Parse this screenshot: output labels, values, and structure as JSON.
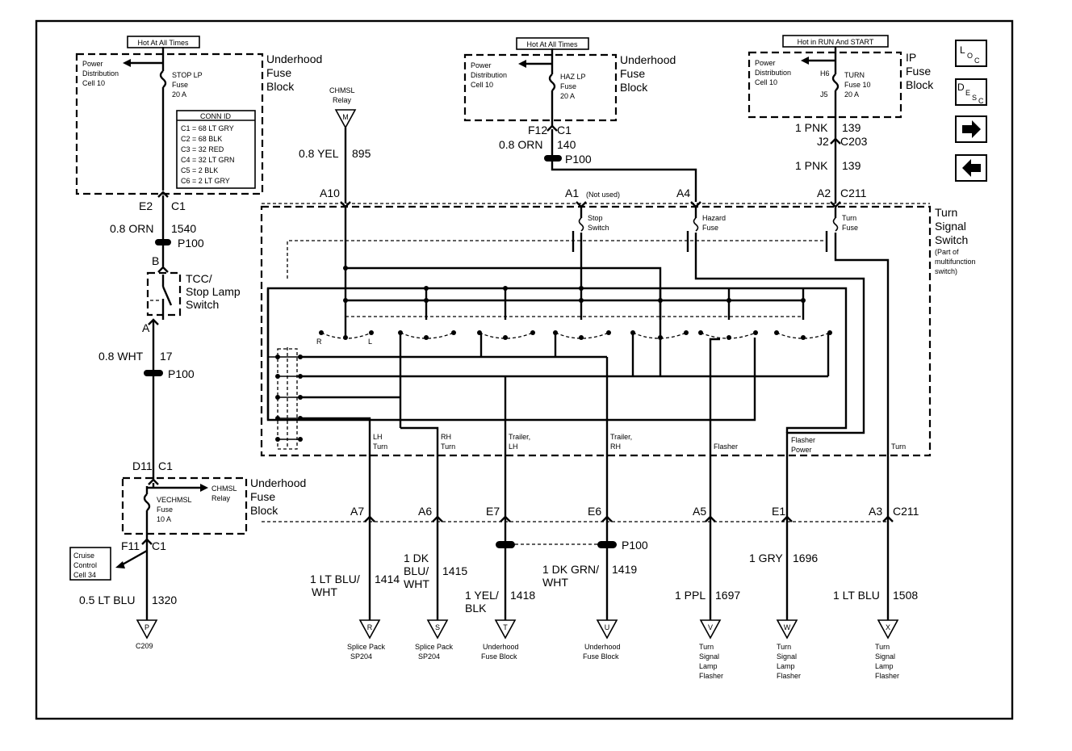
{
  "fuse_blocks": {
    "left": {
      "hot": "Hot At All Times",
      "pd": [
        "Power",
        "Distribution",
        "Cell 10"
      ],
      "fuse": [
        "STOP LP",
        "Fuse",
        "20 A"
      ],
      "title": [
        "Underhood",
        "Fuse",
        "Block"
      ]
    },
    "mid": {
      "hot": "Hot At All Times",
      "pd": [
        "Power",
        "Distribution",
        "Cell 10"
      ],
      "fuse": [
        "HAZ LP",
        "Fuse",
        "20 A"
      ],
      "title": [
        "Underhood",
        "Fuse",
        "Block"
      ]
    },
    "right": {
      "hot": "Hot in RUN And START",
      "pd": [
        "Power",
        "Distribution",
        "Cell 10"
      ],
      "fuse": [
        "TURN",
        "Fuse 10",
        "20 A"
      ],
      "pin_in": "H6",
      "pin_out": "J5",
      "title": [
        "IP",
        "Fuse",
        "Block"
      ]
    },
    "lower": {
      "fuse": [
        "VECHMSL",
        "Fuse",
        "10 A"
      ],
      "relay": [
        "CHMSL",
        "Relay"
      ],
      "title": [
        "Underhood",
        "Fuse",
        "Block"
      ]
    }
  },
  "conn_id": {
    "title": "CONN ID",
    "rows": [
      "C1 = 68 LT GRY",
      "C2 = 68 BLK",
      "C3 = 32 RED",
      "C4 = 32 LT GRN",
      "C5 = 2 BLK",
      "C6 = 2 LT GRY"
    ]
  },
  "left_circuit": {
    "e2": "E2",
    "c1": "C1",
    "wire1": "0.8 ORN",
    "circ1": "1540",
    "p100": "P100",
    "b": "B",
    "switch": [
      "TCC/",
      "Stop Lamp",
      "Switch"
    ],
    "a": "A",
    "wire2": "0.8 WHT",
    "circ2": "17",
    "p100b": "P100",
    "d11": "D11",
    "c1b": "C1",
    "f11": "F11",
    "c1c": "C1",
    "cruise": [
      "Cruise",
      "Control",
      "Cell 34"
    ],
    "wire3": "0.5 LT BLU",
    "circ3": "1320",
    "term": "P",
    "term_label": "C209"
  },
  "chmsl": {
    "label": [
      "CHMSL",
      "Relay"
    ],
    "term": "M",
    "wire": "0.8 YEL",
    "circ": "895",
    "pin": "A10"
  },
  "haz_feed": {
    "f12": "F12",
    "c1": "C1",
    "wire": "0.8 ORN",
    "circ": "140",
    "p100": "P100",
    "a1": "A1",
    "not_used": "(Not used)",
    "a4": "A4"
  },
  "turn_feed": {
    "wire1": "1 PNK",
    "circ1": "139",
    "j2": "J2",
    "c203": "C203",
    "wire2": "1 PNK",
    "circ2": "139",
    "a2": "A2",
    "c211": "C211"
  },
  "switch": {
    "title": [
      "Turn",
      "Signal",
      "Switch"
    ],
    "note": [
      "(Part of",
      "multifunction",
      "switch)"
    ],
    "stop": [
      "Stop",
      "Switch"
    ],
    "hazard": [
      "Hazard",
      "Fuse"
    ],
    "turn": [
      "Turn",
      "Fuse"
    ],
    "r": "R",
    "l": "L",
    "outputs": [
      {
        "lbl": [
          "LH",
          "Turn"
        ],
        "pin": "A7"
      },
      {
        "lbl": [
          "RH",
          "Turn"
        ],
        "pin": "A6"
      },
      {
        "lbl": [
          "Trailer,",
          "LH"
        ],
        "pin": "E7"
      },
      {
        "lbl": [
          "Trailer,",
          "RH"
        ],
        "pin": "E6"
      },
      {
        "lbl": [
          "Flasher"
        ],
        "pin": "A5"
      },
      {
        "lbl": [
          "Flasher",
          "Power"
        ],
        "pin": "E1"
      },
      {
        "lbl": [
          "Turn"
        ],
        "pin": "A3"
      }
    ],
    "c211": "C211",
    "p100": "P100"
  },
  "wires": [
    {
      "wire": [
        "1 LT BLU/",
        "WHT"
      ],
      "circ": "1414",
      "term": "R",
      "dest": [
        "Splice Pack",
        "SP204"
      ]
    },
    {
      "wire": [
        "1 DK",
        "BLU/",
        "WHT"
      ],
      "circ": "1415",
      "term": "S",
      "dest": [
        "Splice Pack",
        "SP204"
      ]
    },
    {
      "wire": [
        "1 YEL/",
        "BLK"
      ],
      "circ": "1418",
      "term": "T",
      "dest": [
        "Underhood",
        "Fuse Block"
      ]
    },
    {
      "wire": [
        "1 DK GRN/",
        "WHT"
      ],
      "circ": "1419",
      "term": "U",
      "dest": [
        "Underhood",
        "Fuse Block"
      ]
    },
    {
      "wire": [
        "1 PPL"
      ],
      "circ": "1697",
      "term": "V",
      "dest": [
        "Turn",
        "Signal",
        "Lamp",
        "Flasher"
      ]
    },
    {
      "wire": [
        "1 GRY"
      ],
      "circ": "1696",
      "term": "W",
      "dest": [
        "Turn",
        "Signal",
        "Lamp",
        "Flasher"
      ]
    },
    {
      "wire": [
        "1 LT BLU"
      ],
      "circ": "1508",
      "term": "X",
      "dest": [
        "Turn",
        "Signal",
        "Lamp",
        "Flasher"
      ]
    }
  ],
  "nav": {
    "loc": [
      "L",
      "O",
      "C"
    ],
    "desc": [
      "D",
      "E",
      "S",
      "C"
    ],
    "next": "right-arrow-icon",
    "prev": "left-arrow-icon"
  }
}
